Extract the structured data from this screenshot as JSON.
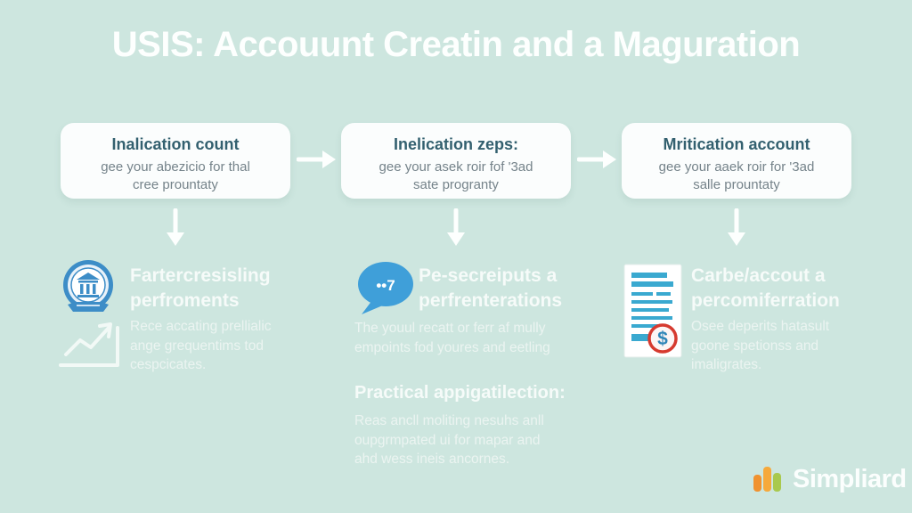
{
  "title": "USIS: Accouunt Creatin and a Maguration",
  "steps": [
    {
      "heading": "Inalication count",
      "body": "gee your abezicio for thal\ncree prountaty"
    },
    {
      "heading": "Inelication zeps:",
      "body": "gee your asek roir fof '3ad\nsate progranty"
    },
    {
      "heading": "Mritication account",
      "body": "gee your aaek roir for '3ad\nsalle prountaty"
    }
  ],
  "sections": [
    {
      "title": "Fartercresisling\nperfroments",
      "body": "Rece accating prellialic\nange grequentims tod\ncespcicates.",
      "icons": [
        "bank-badge-icon",
        "growth-chart-icon"
      ]
    },
    {
      "title": "Pe-secreiputs a\nperfrenterations",
      "body": "The youul recatt or ferr af mully\nempoints fod youres and eetling",
      "bubble_text": "••7",
      "subheading": "Practical appigatilection:",
      "subbody": "Reas ancll moliting nesuhs anll\noupgrmpated ui for mapar and\nahd wess ineis ancornes.",
      "icons": [
        "chat-bubble-icon"
      ]
    },
    {
      "title": "Carbe/accout a\npercomiferration",
      "body": "Osee deperits hatasult\ngoone spetionss and\nimaligrates.",
      "doc_symbol": "$",
      "icons": [
        "document-dollar-icon"
      ]
    }
  ],
  "logo": {
    "text": "Simpliard"
  },
  "colors": {
    "background": "#cde6df",
    "box_heading": "#33606f",
    "box_body": "#75838a",
    "white_text": "#fdfffe",
    "badge_blue": "#3d8dc7",
    "bubble_blue": "#3f9fd9",
    "doc_line_blue": "#3aa9d0",
    "seal_red": "#d63a2f",
    "logo_orange": "#f0922f",
    "logo_orange_light": "#f6a93b",
    "logo_green": "#a9c94d"
  }
}
